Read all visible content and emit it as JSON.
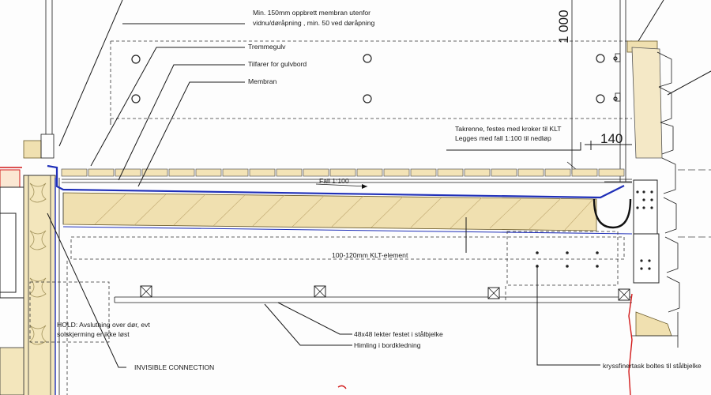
{
  "drawing": {
    "callouts": [
      {
        "id": "membrane-note-1",
        "text": "Min. 150mm oppbrett membran utenfor"
      },
      {
        "id": "membrane-note-2",
        "text": "vidnu/døråpning , min. 50 ved døråpning"
      },
      {
        "id": "tremmegulv",
        "text": "Tremmegulv"
      },
      {
        "id": "tilfarer",
        "text": "Tilfarer for gulvbord"
      },
      {
        "id": "membran",
        "text": "Membran"
      },
      {
        "id": "takrenne-1",
        "text": "Takrenne, festes med kroker til KLT"
      },
      {
        "id": "takrenne-2",
        "text": "Legges med fall 1:100 til nedløp"
      },
      {
        "id": "fall",
        "text": "Fall 1:100"
      },
      {
        "id": "klt",
        "text": "100-120mm KLT-element"
      },
      {
        "id": "hold-1",
        "text": "HOLD: Avslutning over dør, evt"
      },
      {
        "id": "hold-2",
        "text": "solskjerming er ikke løst"
      },
      {
        "id": "invisible",
        "text": "INVISIBLE CONNECTION"
      },
      {
        "id": "lekter",
        "text": "48x48 lekter festet i stålbjelke"
      },
      {
        "id": "himling",
        "text": "Himling i bordkledning"
      },
      {
        "id": "kryssfiner",
        "text": "kryssfinertask boltes til stålbjelke"
      }
    ],
    "dimensions": {
      "vertical": "1 000",
      "horizontal": "140"
    },
    "colors": {
      "membrane": "#1f2fb8",
      "klt": "#f0e0b0",
      "red_line": "#d21a1a"
    }
  }
}
